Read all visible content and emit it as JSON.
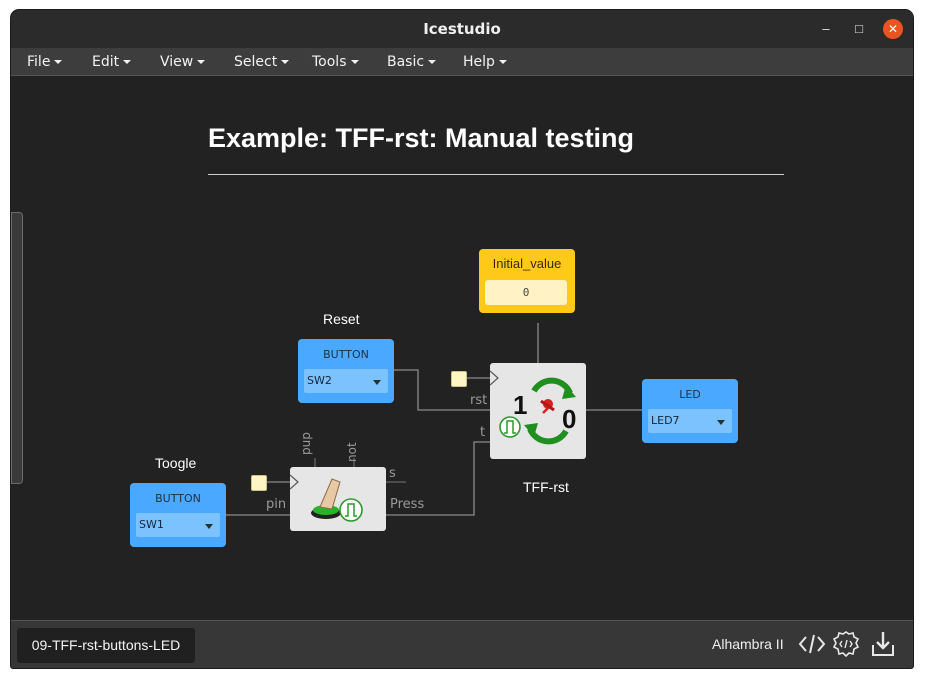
{
  "window": {
    "title": "Icestudio"
  },
  "menu": [
    {
      "label": "File"
    },
    {
      "label": "Edit"
    },
    {
      "label": "View"
    },
    {
      "label": "Select"
    },
    {
      "label": "Tools"
    },
    {
      "label": "Basic"
    },
    {
      "label": "Help"
    }
  ],
  "canvas": {
    "heading": "Example: TFF-rst: Manual testing",
    "blocks": {
      "reset_button": {
        "name": "Reset",
        "type": "BUTTON",
        "pin": "SW2"
      },
      "toogle_button": {
        "name": "Toogle",
        "type": "BUTTON",
        "pin": "SW1"
      },
      "led": {
        "type": "LED",
        "pin": "LED7"
      },
      "initial_value": {
        "title": "Initial_value",
        "value": "0"
      },
      "tff": {
        "name": "TFF-rst",
        "left_digit": "1",
        "right_digit": "0",
        "pin_rst": "rst",
        "pin_t": "t"
      },
      "button_debouncer": {
        "pin_in": "pin",
        "pin_out": "Press",
        "pin_s": "s",
        "param_pup": "pup",
        "param_not": "not"
      }
    },
    "colors": {
      "io_block": "#4aa8ff",
      "constant_block": "#ffc91a",
      "wire": "#8a8a8a"
    }
  },
  "status": {
    "file_name": "09-TFF-rst-buttons-LED",
    "board": "Alhambra II",
    "icons": [
      "code-icon",
      "gear-code-icon",
      "download-icon"
    ]
  }
}
